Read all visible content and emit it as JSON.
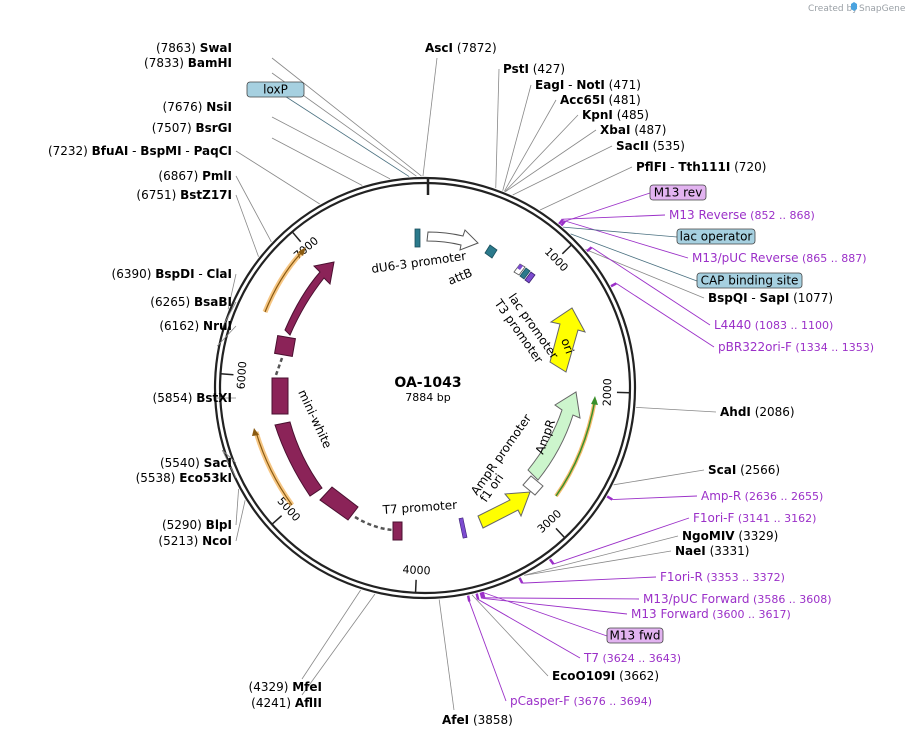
{
  "watermark": {
    "prefix": "Created by",
    "brand": "SnapGene"
  },
  "plasmid": {
    "name": "OA-1043",
    "length": "7884 bp",
    "total_bp": 7884
  },
  "ticks": [
    {
      "bp": 1000,
      "label": "1000"
    },
    {
      "bp": 2000,
      "label": "2000"
    },
    {
      "bp": 3000,
      "label": "3000"
    },
    {
      "bp": 4000,
      "label": "4000"
    },
    {
      "bp": 5000,
      "label": "5000"
    },
    {
      "bp": 6000,
      "label": "6000"
    },
    {
      "bp": 7000,
      "label": "7000"
    }
  ],
  "left_sites": [
    {
      "names": [
        "SwaI"
      ],
      "pos": "(7863)",
      "bp": 7863
    },
    {
      "names": [
        "BamHI"
      ],
      "pos": "(7833)",
      "bp": 7833
    },
    {
      "names": [
        "NsiI"
      ],
      "pos": "(7676)",
      "bp": 7676
    },
    {
      "names": [
        "BsrGI"
      ],
      "pos": "(7507)",
      "bp": 7507
    },
    {
      "names": [
        "BfuAI",
        "BspMI",
        "PaqCI"
      ],
      "pos": "(7232)",
      "bp": 7232
    },
    {
      "names": [
        "PmlI"
      ],
      "pos": "(6867)",
      "bp": 6867
    },
    {
      "names": [
        "BstZ17I"
      ],
      "pos": "(6751)",
      "bp": 6751
    },
    {
      "names": [
        "BspDI",
        "ClaI"
      ],
      "pos": "(6390)",
      "bp": 6390
    },
    {
      "names": [
        "BsaBI"
      ],
      "pos": "(6265)",
      "bp": 6265
    },
    {
      "names": [
        "NruI"
      ],
      "pos": "(6162)",
      "bp": 6162
    },
    {
      "names": [
        "BstXI"
      ],
      "pos": "(5854)",
      "bp": 5854
    },
    {
      "names": [
        "SacI"
      ],
      "pos": "(5540)",
      "bp": 5540
    },
    {
      "names": [
        "Eco53kI"
      ],
      "pos": "(5538)",
      "bp": 5538
    },
    {
      "names": [
        "BlpI"
      ],
      "pos": "(5290)",
      "bp": 5290
    },
    {
      "names": [
        "NcoI"
      ],
      "pos": "(5213)",
      "bp": 5213
    },
    {
      "names": [
        "MfeI"
      ],
      "pos": "(4329)",
      "bp": 4329
    },
    {
      "names": [
        "AflII"
      ],
      "pos": "(4241)",
      "bp": 4241
    }
  ],
  "right_sites": [
    {
      "names": [
        "AscI"
      ],
      "pos": "(7872)",
      "bp": 7872
    },
    {
      "names": [
        "PstI"
      ],
      "pos": "(427)",
      "bp": 427
    },
    {
      "names": [
        "EagI",
        "NotI"
      ],
      "pos": "(471)",
      "bp": 471
    },
    {
      "names": [
        "Acc65I"
      ],
      "pos": "(481)",
      "bp": 481
    },
    {
      "names": [
        "KpnI"
      ],
      "pos": "(485)",
      "bp": 485
    },
    {
      "names": [
        "XbaI"
      ],
      "pos": "(487)",
      "bp": 487
    },
    {
      "names": [
        "SacII"
      ],
      "pos": "(535)",
      "bp": 535
    },
    {
      "names": [
        "PflFI",
        "Tth111I"
      ],
      "pos": "(720)",
      "bp": 720
    },
    {
      "names": [
        "BspQI",
        "SapI"
      ],
      "pos": "(1077)",
      "bp": 1077
    },
    {
      "names": [
        "AhdI"
      ],
      "pos": "(2086)",
      "bp": 2086
    },
    {
      "names": [
        "ScaI"
      ],
      "pos": "(2566)",
      "bp": 2566
    },
    {
      "names": [
        "NgoMIV"
      ],
      "pos": "(3329)",
      "bp": 3329
    },
    {
      "names": [
        "NaeI"
      ],
      "pos": "(3331)",
      "bp": 3331
    },
    {
      "names": [
        "EcoO109I"
      ],
      "pos": "(3662)",
      "bp": 3662
    },
    {
      "names": [
        "AfeI"
      ],
      "pos": "(3858)",
      "bp": 3858
    }
  ],
  "primers": [
    {
      "name": "M13 Reverse",
      "range": "(852 .. 868)",
      "bp": 860
    },
    {
      "name": "M13/pUC Reverse",
      "range": "(865 .. 887)",
      "bp": 876
    },
    {
      "name": "L4440",
      "range": "(1083 .. 1100)",
      "bp": 1091
    },
    {
      "name": "pBR322ori-F",
      "range": "(1334 .. 1353)",
      "bp": 1343
    },
    {
      "name": "Amp-R",
      "range": "(2636 .. 2655)",
      "bp": 2645
    },
    {
      "name": "F1ori-F",
      "range": "(3141 .. 3162)",
      "bp": 3151
    },
    {
      "name": "F1ori-R",
      "range": "(3353 .. 3372)",
      "bp": 3362
    },
    {
      "name": "M13/pUC Forward",
      "range": "(3586 .. 3608)",
      "bp": 3597
    },
    {
      "name": "M13 Forward",
      "range": "(3600 .. 3617)",
      "bp": 3608
    },
    {
      "name": "T7",
      "range": "(3624 .. 3643)",
      "bp": 3633
    },
    {
      "name": "pCasper-F",
      "range": "(3676 .. 3694)",
      "bp": 3685
    }
  ],
  "feature_boxes": [
    {
      "name": "loxP",
      "color": "#a6d0e0",
      "bp": 7790
    },
    {
      "name": "M13 rev",
      "color": "#e2b3f0",
      "bp": 855
    },
    {
      "name": "lac operator",
      "color": "#a6d0e0",
      "bp": 890
    },
    {
      "name": "CAP binding site",
      "color": "#a6d0e0",
      "bp": 950
    },
    {
      "name": "M13 fwd",
      "color": "#e2b3f0",
      "bp": 3600
    }
  ],
  "inner_features": [
    {
      "name": "dU6-3 promoter"
    },
    {
      "name": "attB"
    },
    {
      "name": "lac promoter"
    },
    {
      "name": "T3 promoter"
    },
    {
      "name": "ori"
    },
    {
      "name": "AmpR"
    },
    {
      "name": "AmpR promoter"
    },
    {
      "name": "f1 ori"
    },
    {
      "name": "T7 promoter"
    },
    {
      "name": "mini-white"
    }
  ],
  "colors": {
    "backbone": "#222222",
    "primer": "#9b30c8",
    "white_gene": "#8b2358",
    "ori": "#ffff00",
    "ampr": "#ccf5cc",
    "cyan_feature": "#2b7a8c",
    "orange_arrow": "#f0a030"
  }
}
